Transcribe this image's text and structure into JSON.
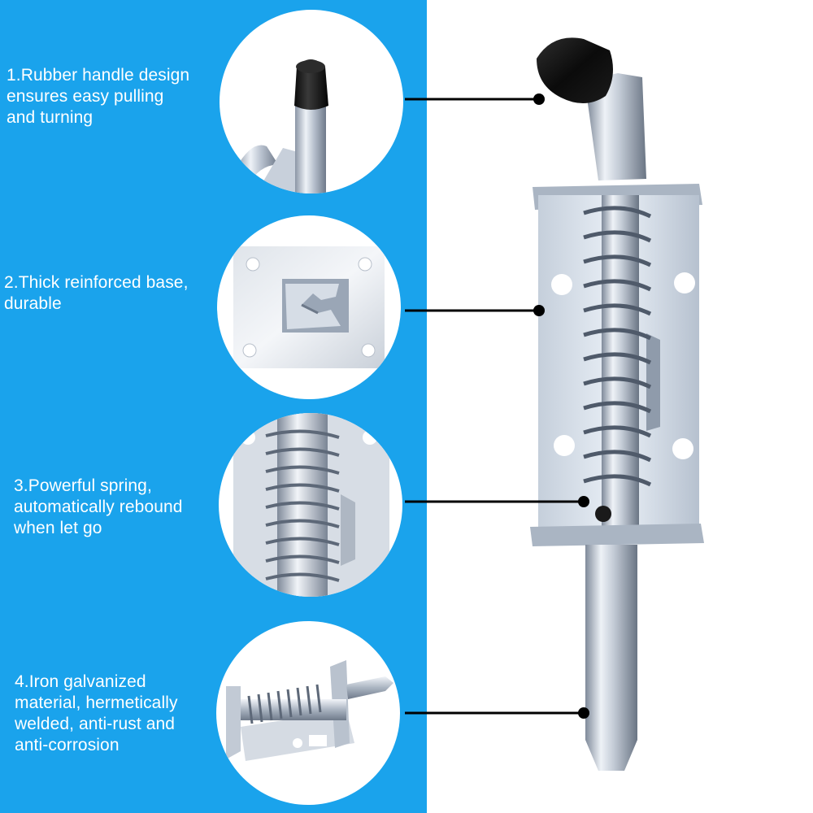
{
  "colors": {
    "blue_panel": "#1aa3ec",
    "callout_line": "#000000",
    "text": "#ffffff"
  },
  "features": [
    {
      "line1": "1.Rubber handle design",
      "line2": "ensures easy pulling",
      "line3": "and turning"
    },
    {
      "line1": "2.Thick reinforced base,",
      "line2": "durable"
    },
    {
      "line1": "3.Powerful spring,",
      "line2": "automatically rebound",
      "line3": "when let go"
    },
    {
      "line1": "4.Iron galvanized",
      "line2": "material, hermetically",
      "line3": "welded, anti-rust and",
      "line4": "anti-corrosion"
    }
  ]
}
